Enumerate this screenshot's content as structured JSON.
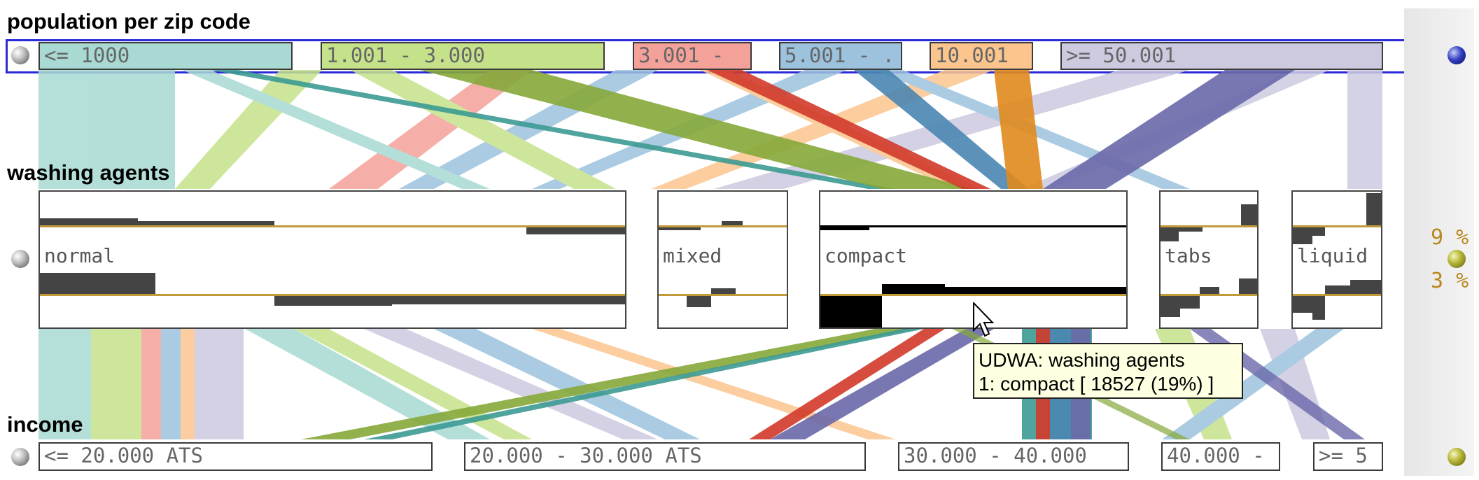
{
  "dimensions": {
    "population": {
      "title": "population per zip code",
      "categories": [
        {
          "label": "<= 1000",
          "color": "#a8dad3"
        },
        {
          "label": "1.001 - 3.000",
          "color": "#c5e28a"
        },
        {
          "label": "3.001 -",
          "color": "#f4a19a"
        },
        {
          "label": "5.001 - .",
          "color": "#9cc2de"
        },
        {
          "label": "10.001",
          "color": "#fcc58e"
        },
        {
          "label": ">= 50.001",
          "color": "#cdcae0"
        }
      ]
    },
    "washing": {
      "title": "washing agents",
      "categories": [
        {
          "label": "normal"
        },
        {
          "label": "mixed"
        },
        {
          "label": "compact"
        },
        {
          "label": "tabs"
        },
        {
          "label": "liquid"
        }
      ]
    },
    "income": {
      "title": "income",
      "categories": [
        {
          "label": "<= 20.000 ATS"
        },
        {
          "label": "20.000 - 30.000 ATS"
        },
        {
          "label": "30.000 - 40.000"
        },
        {
          "label": "40.000 -"
        },
        {
          "label": ">= 5"
        }
      ]
    }
  },
  "side_panel": {
    "top_percent": "9 %",
    "bottom_percent": "3 %"
  },
  "tooltip": {
    "line1": "UDWA: washing agents",
    "line2": "1: compact [ 18527 (19%) ]"
  },
  "colors": {
    "accent": "#2a2ad8",
    "gold_line": "#c29a3a",
    "teal_dark": "#3c9a92",
    "green_dark": "#86a83a",
    "red_dark": "#d23a2a",
    "blue_dark": "#4a86b2",
    "orange_dark": "#e08a1e",
    "purple_dark": "#6a68aa"
  }
}
